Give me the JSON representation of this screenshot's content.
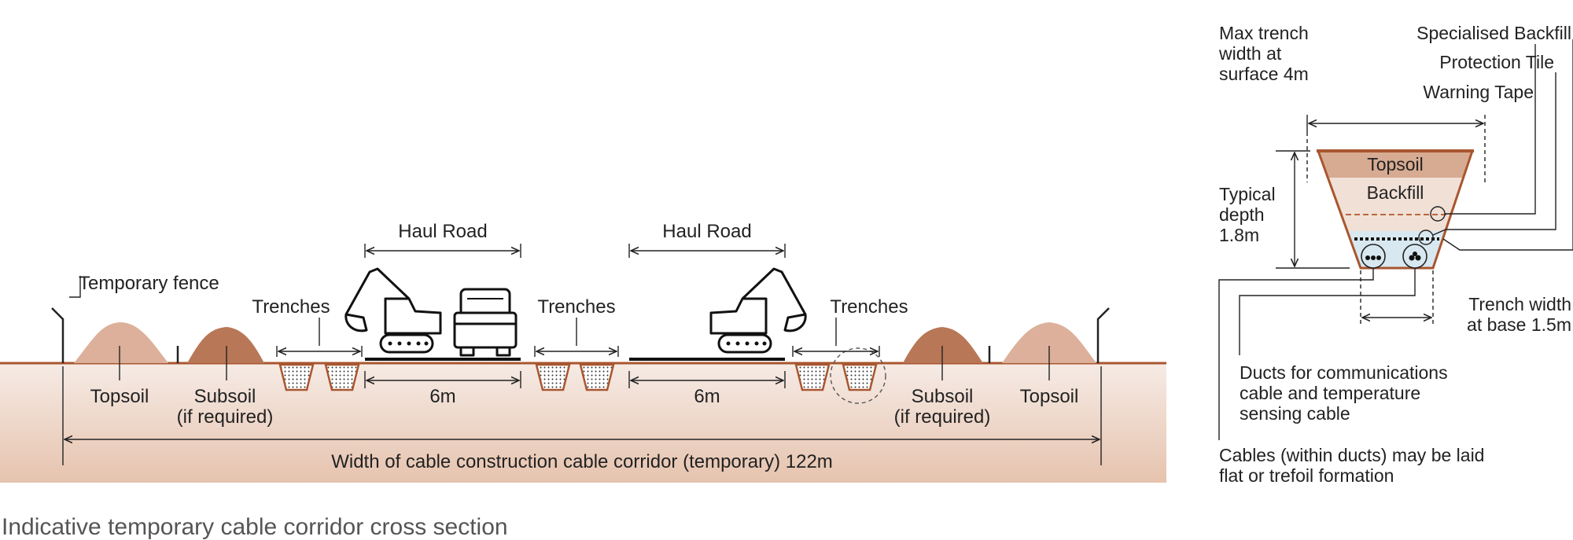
{
  "cross_section": {
    "temporary_fence": "Temporary fence",
    "haul_road_left": "Haul Road",
    "haul_road_right": "Haul Road",
    "trenches_1": "Trenches",
    "trenches_2": "Trenches",
    "trenches_3": "Trenches",
    "road_width_left": "6m",
    "road_width_right": "6m",
    "topsoil_left": "Topsoil",
    "topsoil_right": "Topsoil",
    "subsoil_left_1": "Subsoil",
    "subsoil_left_2": "(if required)",
    "subsoil_right_1": "Subsoil",
    "subsoil_right_2": "(if required)",
    "corridor_width": "Width of cable construction cable corridor (temporary) 122m",
    "caption": "Indicative temporary cable corridor cross section"
  },
  "trench_detail": {
    "max_width_1": "Max trench",
    "max_width_2": "width at",
    "max_width_3": "surface 4m",
    "specialised_backfill": "Specialised Backfill",
    "protection_tile": "Protection Tile",
    "warning_tape": "Warning Tape",
    "topsoil": "Topsoil",
    "backfill": "Backfill",
    "typical_depth_1": "Typical",
    "typical_depth_2": "depth",
    "typical_depth_3": "1.8m",
    "base_width_1": "Trench width",
    "base_width_2": "at base 1.5m",
    "ducts_1": "Ducts for communications",
    "ducts_2": "cable and temperature",
    "ducts_3": "sensing cable",
    "cables_1": "Cables (within ducts) may be laid",
    "cables_2": "flat or trefoil formation"
  },
  "colors": {
    "ground_gradient_top": "#f3e6df",
    "ground_gradient_bottom": "#e7c6b3",
    "ground_line": "#a9562f",
    "topsoil_mound": "#d9ad94",
    "subsoil_mound": "#b97a58",
    "trench_topsoil": "#d7ab92",
    "trench_backfill": "#f0ddd3",
    "trench_bottom": "#d8e7f0"
  }
}
